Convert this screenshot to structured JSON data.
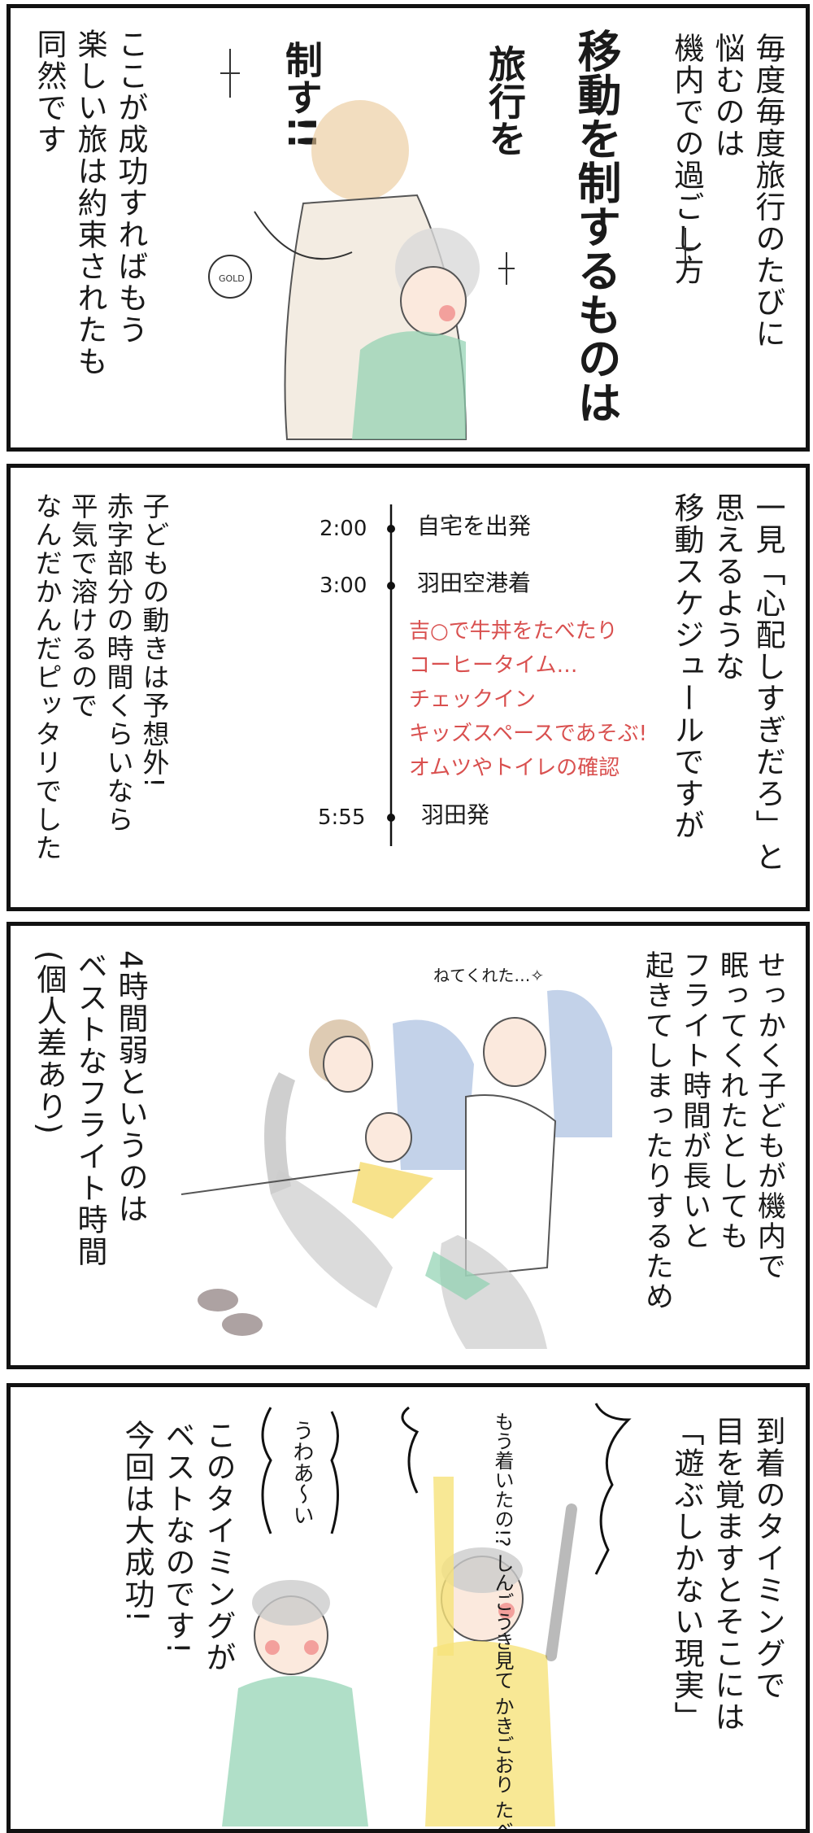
{
  "panels": [
    {
      "narration_right": [
        "毎度毎度旅行のたびに",
        "悩むのは",
        "機内での過ごし方"
      ],
      "narration_left": [
        "ここが成功すればもう",
        "楽しい旅は約束されたも",
        "同然です"
      ],
      "drawn_text": [
        "移動を制するものは",
        "旅行を",
        "制す!!"
      ],
      "medal_text": "GOLD"
    },
    {
      "narration_right": [
        "一見「心配しすぎだろ」と",
        "思えるような",
        "移動スケジュールですが"
      ],
      "narration_left": [
        "子どもの動きは予想外!",
        "赤字部分の時間くらいなら",
        "平気で溶けるので",
        "なんだかんだピッタリでした"
      ],
      "schedule": [
        {
          "time": "2:00",
          "label": "自宅を出発"
        },
        {
          "time": "3:00",
          "label": "羽田空港着"
        },
        {
          "time": "5:55",
          "label": "羽田発"
        }
      ],
      "schedule_red": [
        "吉○で牛丼をたべたり",
        "コーヒータイム…",
        "チェックイン",
        "キッズスペースであそぶ!",
        "オムツやトイレの確認"
      ],
      "accent_color": "#d9504f"
    },
    {
      "narration_right": [
        "せっかく子どもが機内で",
        "眠ってくれたとしても",
        "フライト時間が長いと",
        "起きてしまったりするため"
      ],
      "narration_left": [
        "4時間弱というのは",
        "ベストなフライト時間",
        "(個人差あり)"
      ],
      "bubble": "ねてくれた…✧"
    },
    {
      "narration_right": [
        "到着のタイミングで",
        "目を覚ますとそこには",
        "「遊ぶしかない現実」"
      ],
      "narration_left": [
        "このタイミングが",
        "ベストなのです!",
        "今回は大成功!"
      ],
      "bubble_child1": [
        "もう着いたの!?",
        "しんごうき見て",
        "かきごおり",
        "たべよっ!"
      ],
      "bubble_child2": "うわあ〜い"
    }
  ]
}
